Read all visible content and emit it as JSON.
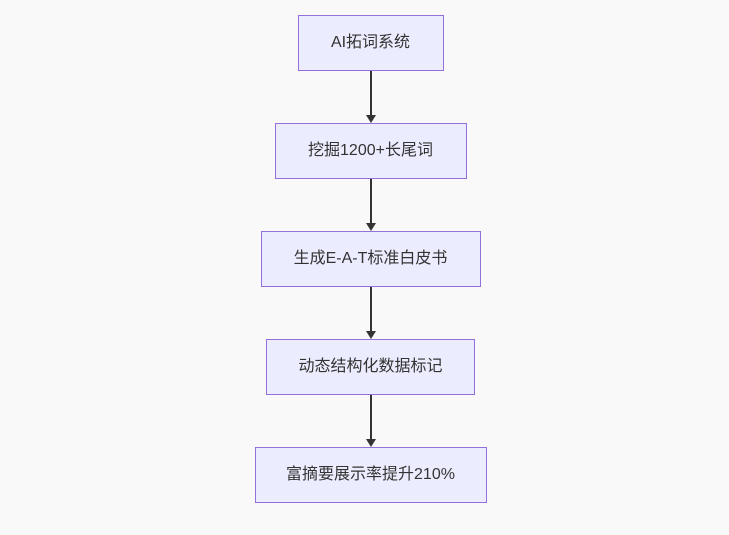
{
  "diagram": {
    "type": "flowchart",
    "direction": "top-down",
    "nodes": [
      {
        "id": "A",
        "label": "AI拓词系统"
      },
      {
        "id": "B",
        "label": "挖掘1200+长尾词"
      },
      {
        "id": "C",
        "label": "生成E-A-T标准白皮书"
      },
      {
        "id": "D",
        "label": "动态结构化数据标记"
      },
      {
        "id": "E",
        "label": "富摘要展示率提升210%"
      }
    ],
    "edges": [
      {
        "from": "A",
        "to": "B"
      },
      {
        "from": "B",
        "to": "C"
      },
      {
        "from": "C",
        "to": "D"
      },
      {
        "from": "D",
        "to": "E"
      }
    ],
    "style": {
      "background": "#f9f9f9",
      "node_fill": "#ECECFF",
      "node_border": "#9370DB",
      "text_color": "#333333",
      "arrow_color": "#333333"
    }
  }
}
